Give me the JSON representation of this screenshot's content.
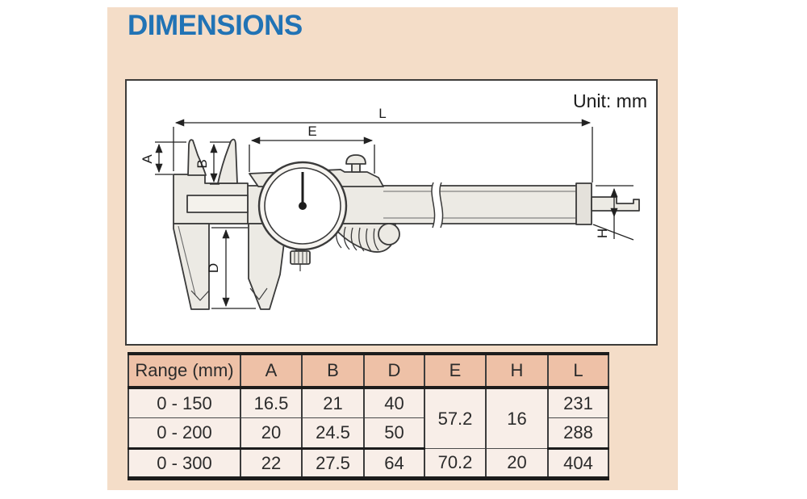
{
  "title": "DIMENSIONS",
  "diagram": {
    "unit_label": "Unit: mm",
    "labels": {
      "L": "L",
      "E": "E",
      "A": "A",
      "B": "B",
      "D": "D",
      "H": "H"
    }
  },
  "table": {
    "headers": [
      "Range (mm)",
      "A",
      "B",
      "D",
      "E",
      "H",
      "L"
    ],
    "rows": [
      {
        "range": "0 - 150",
        "A": "16.5",
        "B": "21",
        "D": "40",
        "E": "57.2",
        "H": "16",
        "L": "231"
      },
      {
        "range": "0 - 200",
        "A": "20",
        "B": "24.5",
        "D": "50",
        "L": "288"
      },
      {
        "range": "0 - 300",
        "A": "22",
        "B": "27.5",
        "D": "64",
        "E": "70.2",
        "H": "20",
        "L": "404"
      }
    ]
  },
  "colors": {
    "title_blue": "#2173b5",
    "panel_peach": "#f4ddc8",
    "table_header_bg": "#eec1a7",
    "table_cell_bg": "#f8eee8",
    "line_dark": "#1c1c1c"
  }
}
